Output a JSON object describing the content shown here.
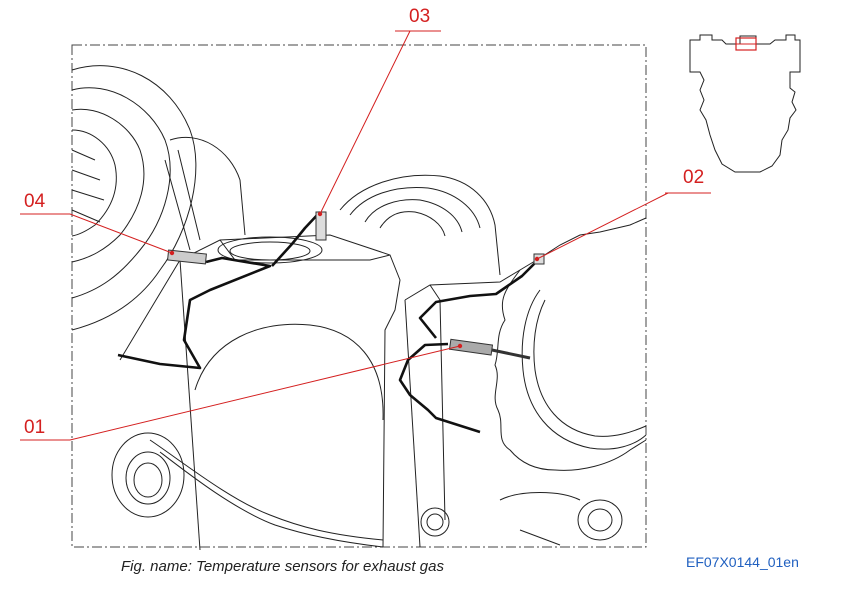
{
  "callouts": {
    "c01": "01",
    "c02": "02",
    "c03": "03",
    "c04": "04"
  },
  "caption": "Fig. name: Temperature sensors for exhaust gas",
  "document_id": "EF07X0144_01en",
  "colors": {
    "callout": "#d42020",
    "linework": "#1a1a1a",
    "document_id": "#2060c0"
  }
}
